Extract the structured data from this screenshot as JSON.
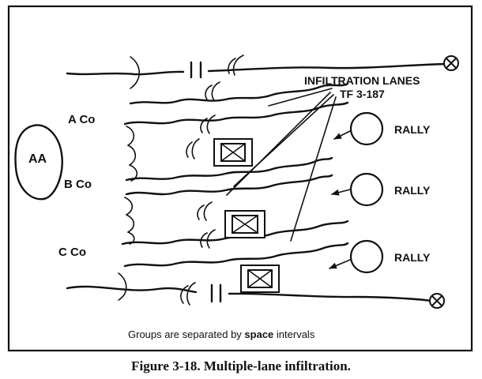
{
  "labels": {
    "infiltration_lanes": "INFILTRATION LANES",
    "task_force": "TF 3-187",
    "assembly_area": "AA",
    "company_a": "A Co",
    "company_b": "B Co",
    "company_c": "C Co",
    "rally_1": "RALLY",
    "rally_2": "RALLY",
    "rally_3": "RALLY"
  },
  "note": {
    "before": "Groups are separated by ",
    "bold": "space",
    "after": " intervals"
  },
  "caption": "Figure 3-18. Multiple-lane infiltration."
}
